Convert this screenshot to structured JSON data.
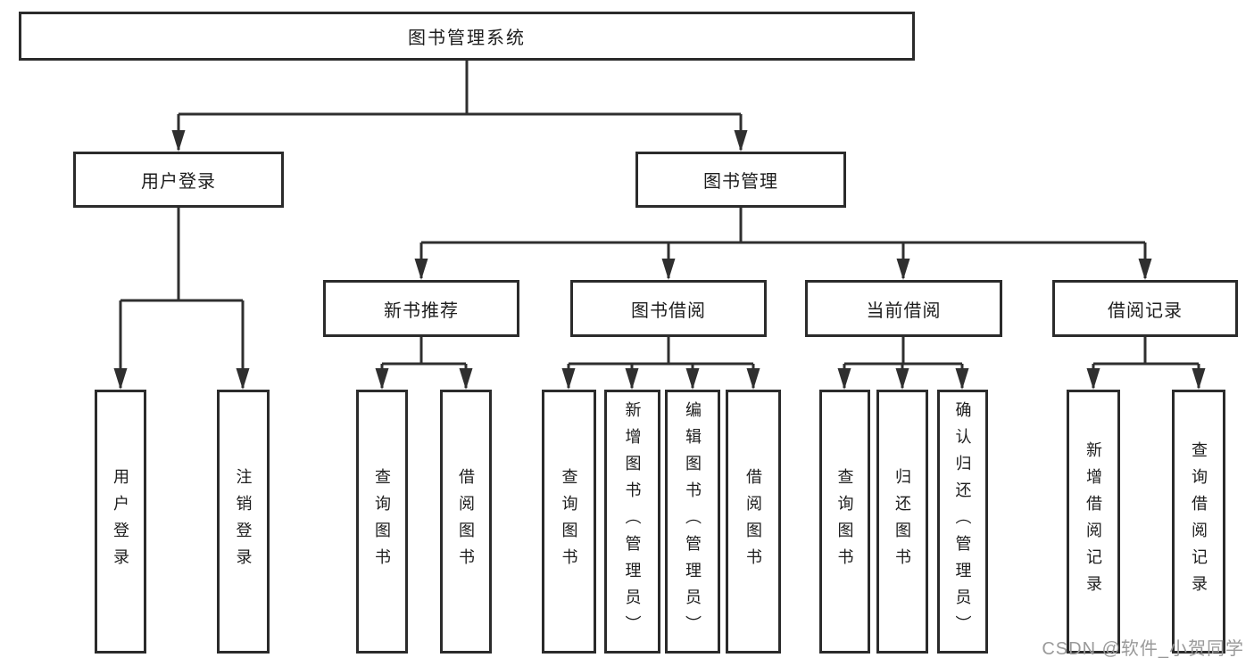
{
  "diagram": {
    "root": {
      "label": "图书管理系统"
    },
    "level2": [
      {
        "label": "用户登录"
      },
      {
        "label": "图书管理"
      }
    ],
    "level3": [
      {
        "label": "新书推荐",
        "parent": "图书管理"
      },
      {
        "label": "图书借阅",
        "parent": "图书管理"
      },
      {
        "label": "当前借阅",
        "parent": "图书管理"
      },
      {
        "label": "借阅记录",
        "parent": "图书管理"
      }
    ],
    "leaves": [
      {
        "label": "用户登录",
        "parent": "用户登录"
      },
      {
        "label": "注销登录",
        "parent": "用户登录"
      },
      {
        "label": "查询图书",
        "parent": "新书推荐"
      },
      {
        "label": "借阅图书",
        "parent": "新书推荐"
      },
      {
        "label": "查询图书",
        "parent": "图书借阅"
      },
      {
        "label": "新增图书（管理员）",
        "parent": "图书借阅"
      },
      {
        "label": "编辑图书（管理员）",
        "parent": "图书借阅"
      },
      {
        "label": "借阅图书",
        "parent": "图书借阅"
      },
      {
        "label": "查询图书",
        "parent": "当前借阅"
      },
      {
        "label": "归还图书",
        "parent": "当前借阅"
      },
      {
        "label": "确认归还（管理员）",
        "parent": "当前借阅"
      },
      {
        "label": "新增借阅记录",
        "parent": "借阅记录"
      },
      {
        "label": "查询借阅记录",
        "parent": "借阅记录"
      }
    ]
  },
  "watermark": {
    "text": "CSDN @软件_小贺同学"
  },
  "colors": {
    "line": "#2f2f2f",
    "box_border": "#2b2b2b",
    "text": "#1d1d1d",
    "background": "#ffffff",
    "watermark": "#9a9a9a"
  }
}
